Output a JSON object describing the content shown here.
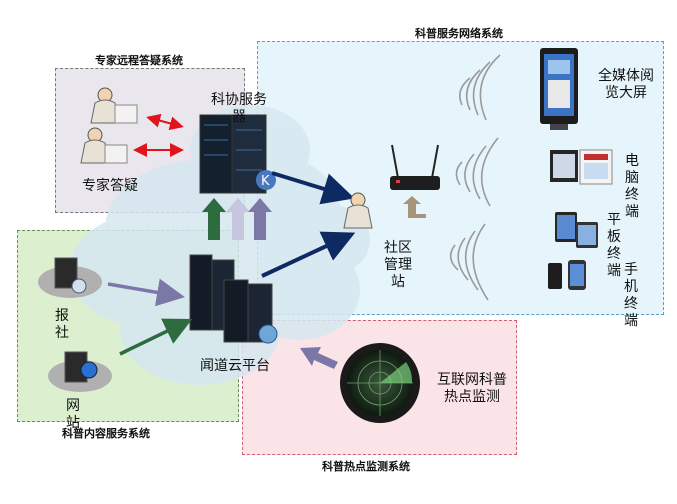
{
  "systems": {
    "expert": {
      "title": "专家远程答疑系统",
      "label": "专家答疑"
    },
    "network": {
      "title": "科普服务网络系统"
    },
    "content": {
      "title": "科普内容服务系统"
    },
    "hotspot": {
      "title": "科普热点监测系统"
    }
  },
  "nodes": {
    "kexie_server": "科协服务器",
    "community_station": "社区管理站",
    "cloud_platform": "闻道云平台",
    "newspaper": "报社",
    "website": "网站",
    "internet_monitor": "互联网科普热点监测"
  },
  "terminals": {
    "media_screen": "全媒体阅览大屏",
    "pc": "电脑终端",
    "tablet": "平板终端",
    "phone": "手机终端"
  },
  "colors": {
    "expert_bg": "#e9e6ee",
    "network_bg": "#e6f5fb",
    "content_bg": "#dcefcf",
    "hotspot_bg": "#fbe4e8",
    "arrow_navy": "#0e2a63",
    "arrow_green": "#2e6b3e",
    "arrow_purple": "#7b78a8",
    "arrow_red": "#e0141a"
  }
}
